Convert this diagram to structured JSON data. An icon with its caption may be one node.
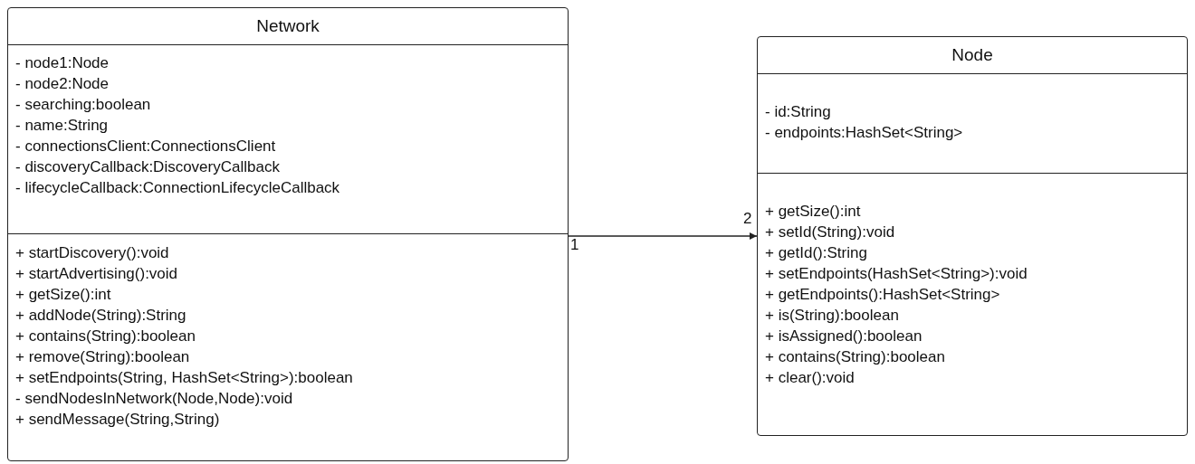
{
  "diagram": {
    "nodes": [
      {
        "text": [
          "Network"
        ]
      },
      {
        "text": [
          "- node1:Node",
          "- node2:Node",
          "- searching:boolean",
          "- name:String",
          "- connectionsClient:ConnectionsClient",
          "- discoveryCallback:DiscoveryCallback",
          "- lifecycleCallback:ConnectionLifecycleCallback"
        ],
        "in": 0
      },
      {
        "text": [
          "+ startDiscovery():void",
          "+ startAdvertising():void",
          "+ getSize():int",
          "+ addNode(String):String",
          "+ contains(String):boolean",
          "+ remove(String):boolean",
          "+ setEndpoints(String, HashSet<String>):boolean",
          "- sendNodesInNetwork(Node,Node):void",
          "+ sendMessage(String,String)"
        ],
        "in": 0
      },
      {
        "text": [
          "Node"
        ]
      },
      {
        "text": [
          "- id:String",
          "- endpoints:HashSet<String>"
        ],
        "in": 3
      },
      {
        "text": [
          "+ getSize():int",
          "+ setId(String):void",
          "+ getId():String",
          "+ setEndpoints(HashSet<String>):void",
          "+ getEndpoints():HashSet<String>",
          "+ is(String):boolean",
          "+ isAssigned():boolean",
          "+ contains(String):boolean",
          "+ clear():void"
        ],
        "in": 3
      }
    ],
    "edges": [
      {
        "from": 0,
        "to": 3,
        "arrow": "to"
      }
    ],
    "labels": [
      "1",
      "2"
    ]
  }
}
